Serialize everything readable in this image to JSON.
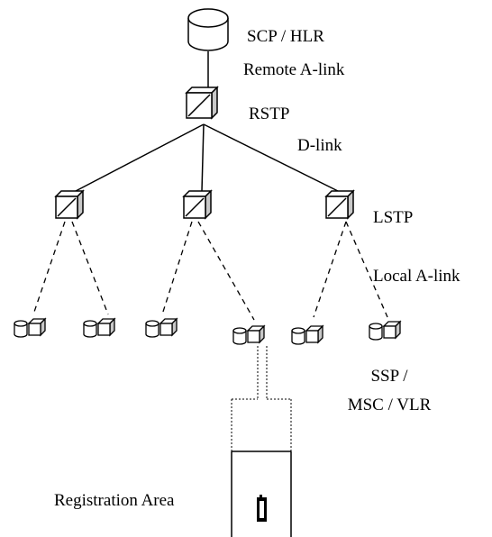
{
  "labels": {
    "scp_hlr": "SCP / HLR",
    "remote_a_link": "Remote A-link",
    "rstp": "RSTP",
    "d_link": "D-link",
    "lstp": "LSTP",
    "local_a_link": "Local A-link",
    "ssp_line1": "SSP /",
    "ssp_line2": "MSC / VLR",
    "registration_area": "Registration Area"
  },
  "icons": {
    "database": "database-cylinder-icon",
    "stp": "stp-switch-cube-icon",
    "ssp": "ssp-node-icon",
    "mobile": "mobile-phone-icon"
  },
  "colors": {
    "stroke": "#000000",
    "cube_side": "#c8c8c8",
    "background": "#ffffff"
  }
}
